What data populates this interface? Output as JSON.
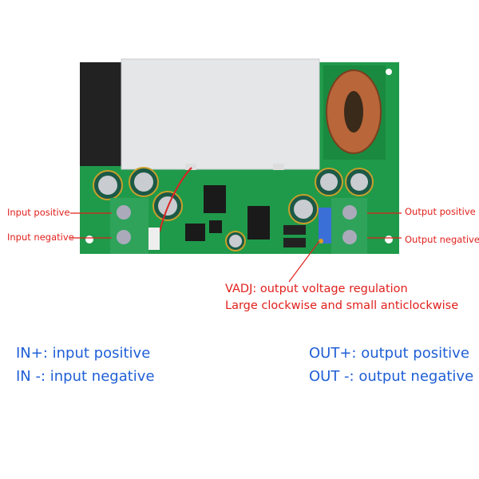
{
  "labels": {
    "input_positive": "Input positive",
    "input_negative": "Input negative",
    "output_positive": "Output positive",
    "output_negative": "Output negative"
  },
  "vadj": {
    "line1": "VADJ: output voltage regulation",
    "line2": "Large clockwise and small anticlockwise"
  },
  "legend": {
    "in_plus": "IN+: input positive",
    "in_minus": "IN -: input negative",
    "out_plus": "OUT+: output positive",
    "out_minus": "OUT -: output negative"
  },
  "colors": {
    "annotation": "#e0201c",
    "legend_text": "#1f5fd6",
    "pcb": "#1f9a4a",
    "terminal": "#2fa35a"
  }
}
